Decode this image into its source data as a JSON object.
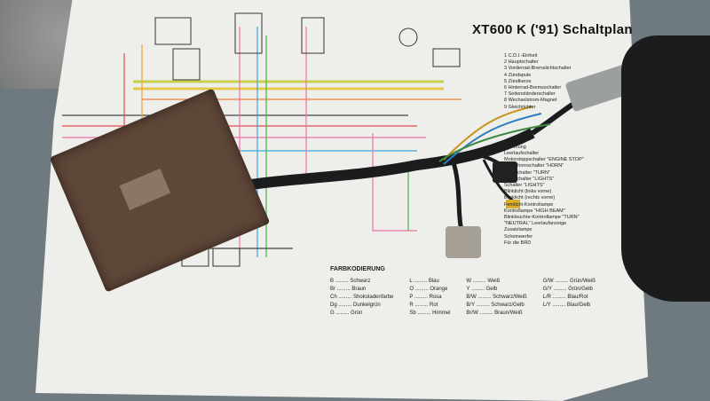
{
  "diagram": {
    "title": "XT600 K ('91) Schaltplan",
    "legend_items": [
      "1 C.D.I.-Einheit",
      "2 Hauptschalter",
      "3 Vorderrad-Bremslichtschalter",
      "4 Zündspule",
      "5 Zündkerze",
      "6 Hinterrad-Bremsschalter",
      "7 Seitenständerschalter",
      "8 Wechselstrom-Magnet",
      "9 Gleichrichter",
      "Sicherung",
      "Leerlaufschalter",
      "Motorstoppschalter \"ENGINE STOP\"",
      "Signalhornschalter \"HORN\"",
      "Blinkschalter \"TURN\"",
      "Lichtschalter \"LIGHTS\"",
      "Schalter \"LIGHTS\"",
      "Blinklicht (links vorne)",
      "Blinklicht (rechts vorne)",
      "Fernlicht-Kontrollampe",
      "Kontrollampe \"HIGH BEAM\"",
      "Blinkleuchte-Kontrollampe \"TURN\"",
      "\"NEUTRAL\" Leerlaufanzeige",
      "Zusatzlampe",
      "Scheinwerfer",
      "Für die BRD"
    ],
    "color_coding_title": "FARBKODIERUNG",
    "color_coding": [
      [
        "B ......... Schwarz",
        "Br ......... Braun",
        "Ch ......... Shokoladenfarbe",
        "Dg ......... Dunkelgrün",
        "G ......... Grün"
      ],
      [
        "L ......... Blau",
        "O ......... Orange",
        "P ......... Rosa",
        "R ......... Rot",
        "Sb ......... Himmel"
      ],
      [
        "W ......... Weiß",
        "Y ......... Gelb",
        "B/W ......... Schwarz/Weiß",
        "B/Y ......... Schwarz/Gelb",
        "Br/W ......... Braun/Weiß"
      ],
      [
        "G/W ......... Grün/Weiß",
        "G/Y ......... Grün/Gelb",
        "L/R ......... Blau/Rot",
        "L/Y ......... Blau/Gelb"
      ]
    ]
  },
  "colors": {
    "paper": "#eeeeea",
    "ecu": "#5e4638",
    "harness": "#1b1c1d",
    "tape_red": "#c3272c"
  }
}
